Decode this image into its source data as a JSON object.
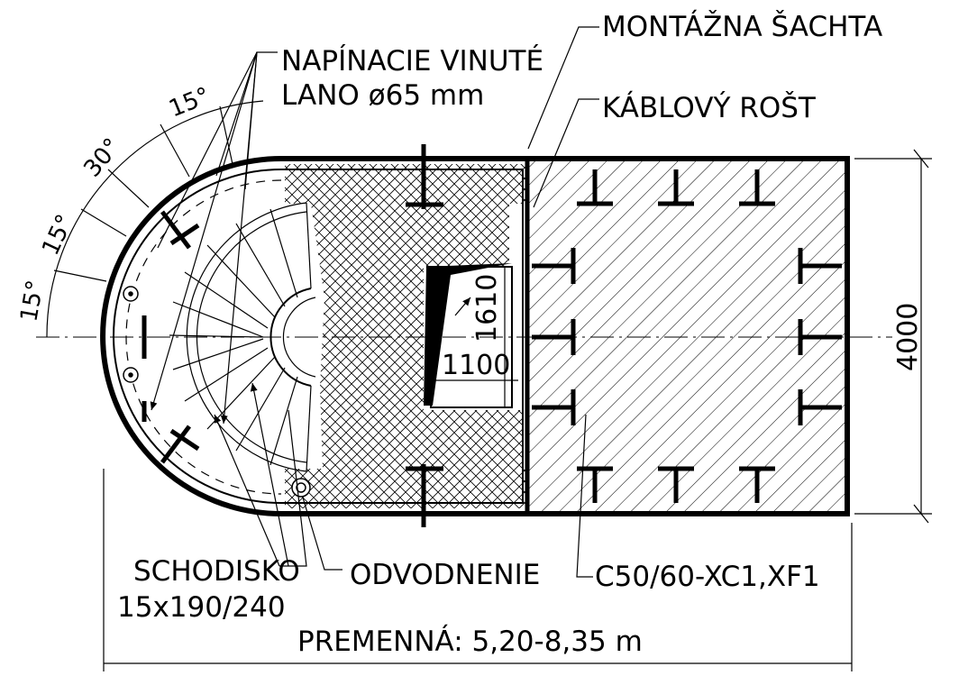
{
  "labels": {
    "montazna_sachta": "MONTÁŽNA ŠACHTA",
    "napinacie_line1": "NAPÍNACIE VINUTÉ",
    "napinacie_line2": "LANO ø65 mm",
    "kablovy_rost": "KÁBLOVÝ ROŠT",
    "schodisko_line1": "SCHODISKO",
    "schodisko_line2": "15x190/240",
    "odvodnenie": "ODVODNENIE",
    "concrete": "C50/60-XC1,XF1",
    "premenna": "PREMENNÁ: 5,20-8,35 m"
  },
  "dimensions": {
    "width": "4000",
    "opening_height": "1610",
    "opening_width": "1100"
  },
  "angles": {
    "a1": "15°",
    "a2": "30°",
    "a3": "15°",
    "a4": "15°"
  },
  "colors": {
    "ink": "#000000",
    "paper": "#ffffff"
  }
}
